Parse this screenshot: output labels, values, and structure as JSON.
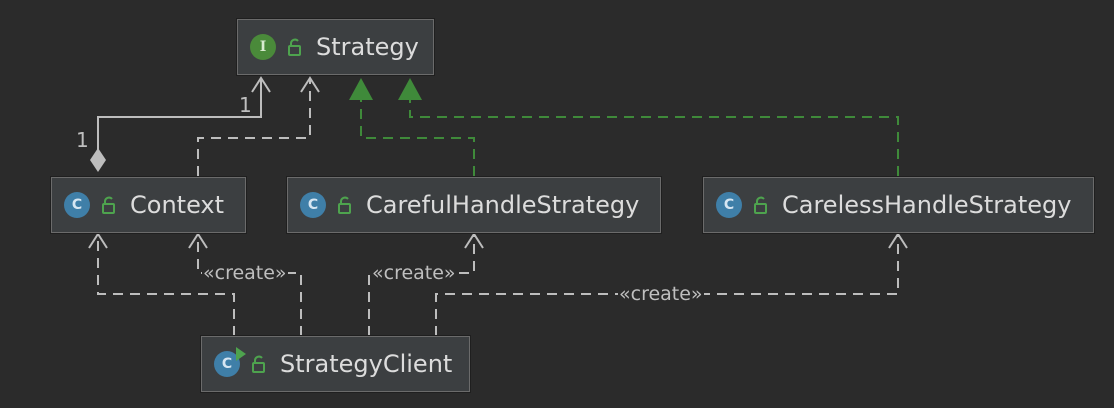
{
  "nodes": {
    "strategy": {
      "name": "Strategy",
      "kind": "interface",
      "badge": "I"
    },
    "context": {
      "name": "Context",
      "kind": "class",
      "badge": "C"
    },
    "careful": {
      "name": "CarefulHandleStrategy",
      "kind": "class",
      "badge": "C"
    },
    "careless": {
      "name": "CarelessHandleStrategy",
      "kind": "class",
      "badge": "C"
    },
    "client": {
      "name": "StrategyClient",
      "kind": "class",
      "badge": "C"
    }
  },
  "edges": {
    "create_label": "«create»",
    "composition_multiplicity_source": "1",
    "composition_multiplicity_target": "1"
  },
  "colors": {
    "background": "#2b2b2b",
    "node_fill": "#3c3f41",
    "realization_green": "#3f8a3a",
    "dependency_gray": "#bdbdbd",
    "class_badge": "#3f7fa8",
    "interface_badge": "#4a8a3a"
  }
}
